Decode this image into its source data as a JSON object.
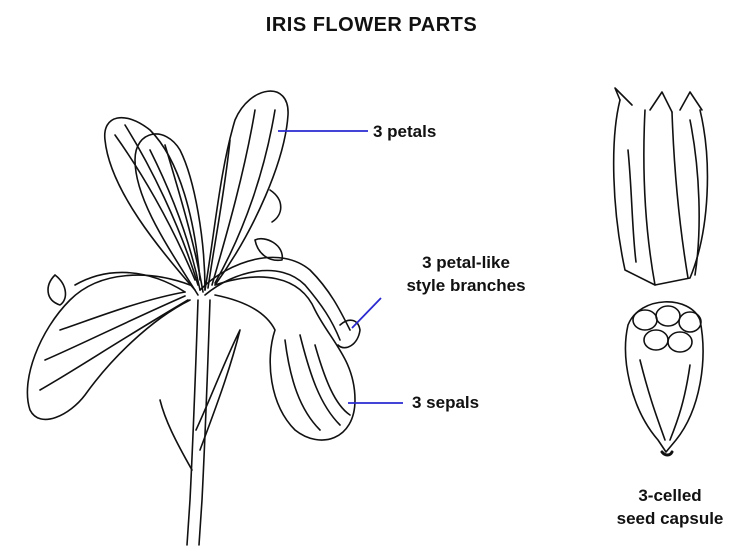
{
  "title": "IRIS FLOWER PARTS",
  "labels": {
    "petals": "3 petals",
    "style_line1": "3 petal-like",
    "style_line2": "style branches",
    "sepals": "3 sepals",
    "capsule_line1": "3-celled",
    "capsule_line2": "seed capsule"
  },
  "colors": {
    "pointer_line": "#2a2ad0",
    "ink": "#111111"
  }
}
